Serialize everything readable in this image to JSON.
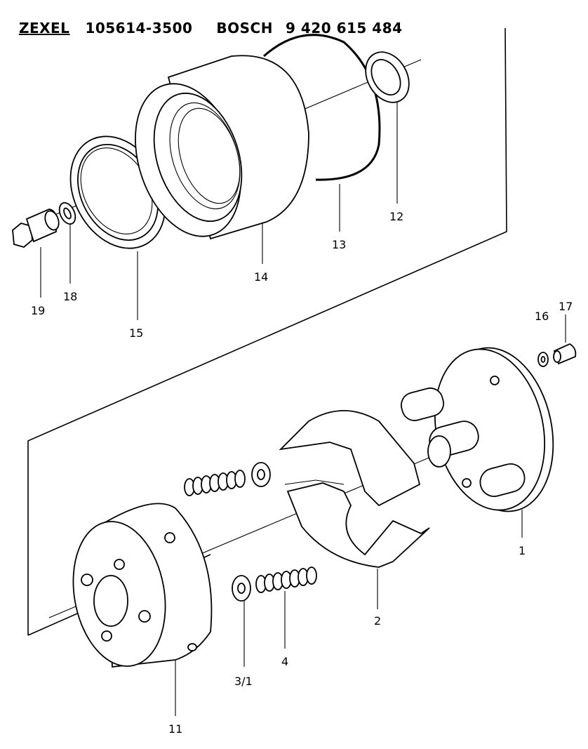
{
  "header": {
    "brand1": "ZEXEL",
    "part_number_1": "105614-3500",
    "brand2": "BOSCH",
    "part_number_2": "9 420 615 484"
  },
  "part_labels": {
    "p1": "1",
    "p2": "2",
    "p3_1": "3/1",
    "p4": "4",
    "p11": "11",
    "p12": "12",
    "p13": "13",
    "p14": "14",
    "p15": "15",
    "p16": "16",
    "p17": "17",
    "p18": "18",
    "p19": "19"
  }
}
